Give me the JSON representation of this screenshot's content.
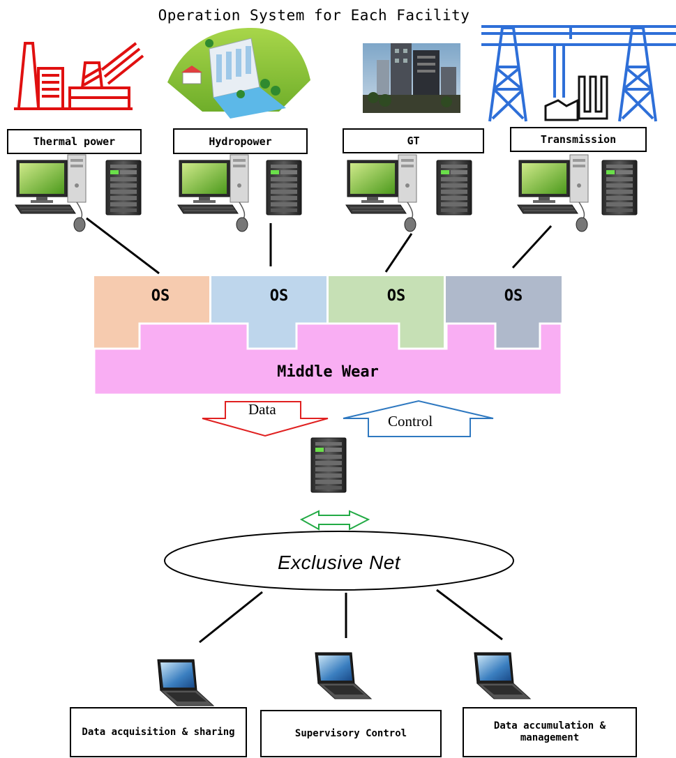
{
  "title": "Operation System for Each Facility",
  "facilities": [
    {
      "label": "Thermal power"
    },
    {
      "label": "Hydropower"
    },
    {
      "label": "GT"
    },
    {
      "label": "Transmission"
    }
  ],
  "os_layers": [
    {
      "label": "OS",
      "color": "#F6CBAF"
    },
    {
      "label": "OS",
      "color": "#BED6EC"
    },
    {
      "label": "OS",
      "color": "#C6E0B5"
    },
    {
      "label": "OS",
      "color": "#AFB9CB"
    }
  ],
  "middleware": {
    "label": "Middle Wear",
    "color": "#F9AEF3"
  },
  "flows": {
    "data_label": "Data",
    "control_label": "Control",
    "data_color": "#E02020",
    "control_color": "#2E78C0",
    "link_color": "#22AA44"
  },
  "network": {
    "label": "Exclusive Net"
  },
  "applications": [
    {
      "label": "Data acquisition & sharing"
    },
    {
      "label": "Supervisory Control"
    },
    {
      "label": "Data accumulation & management"
    }
  ]
}
